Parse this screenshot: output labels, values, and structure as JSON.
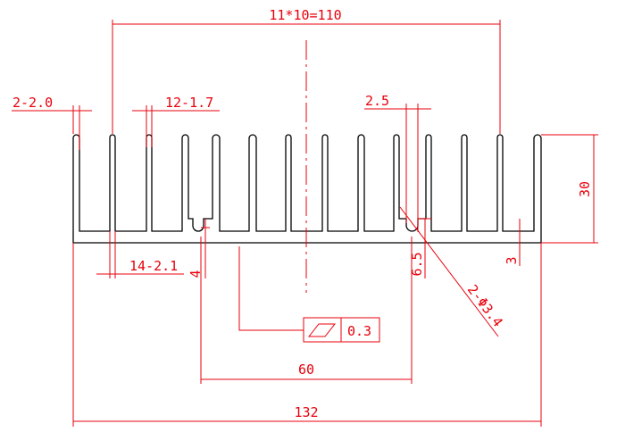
{
  "drawing": {
    "title": "Heatsink extrusion profile",
    "line_color": "#000000",
    "dimension_color": "#e8000b",
    "fin_count": 14,
    "dimensions": {
      "fin_pitch_total": "11*10=110",
      "edge_fin_thickness": "2-2.0",
      "fin_tip_thickness": "12-1.7",
      "slot_width": "2.5",
      "fin_root_thickness": "14-2.1",
      "notch_depth": "4",
      "slot_height": "6.5",
      "hole_callout": "2-Φ3.4",
      "base_thickness": "3",
      "overall_height": "30",
      "hole_spacing": "60",
      "overall_width": "132"
    },
    "flatness_tolerance": {
      "symbol": "flatness-icon",
      "value": "0.3"
    }
  }
}
